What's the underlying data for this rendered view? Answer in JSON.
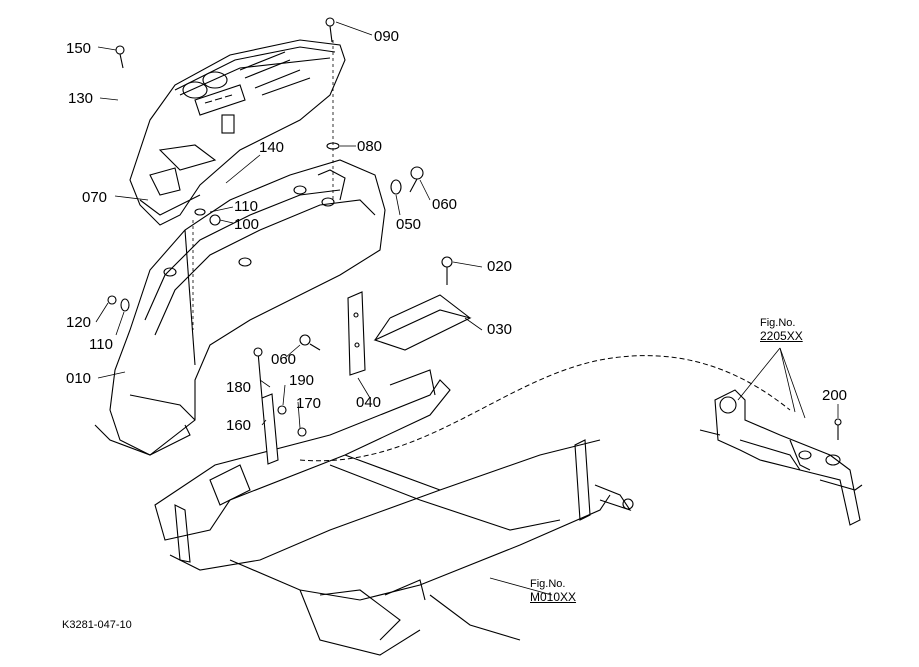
{
  "callouts": {
    "c150": "150",
    "c130": "130",
    "c090": "090",
    "c080": "080",
    "c140": "140",
    "c060a": "060",
    "c070": "070",
    "c110a": "110",
    "c100": "100",
    "c050": "050",
    "c020": "020",
    "c120": "120",
    "c110b": "110",
    "c030": "030",
    "c060b": "060",
    "c010": "010",
    "c180": "180",
    "c190": "190",
    "c170": "170",
    "c040": "040",
    "c160": "160",
    "c200": "200"
  },
  "refs": {
    "r1_label": "Fig.No.",
    "r1_num": "2205XX",
    "r2_label": "Fig.No.",
    "r2_num": "M010XX"
  },
  "drawing_code": "K3281-047-10"
}
